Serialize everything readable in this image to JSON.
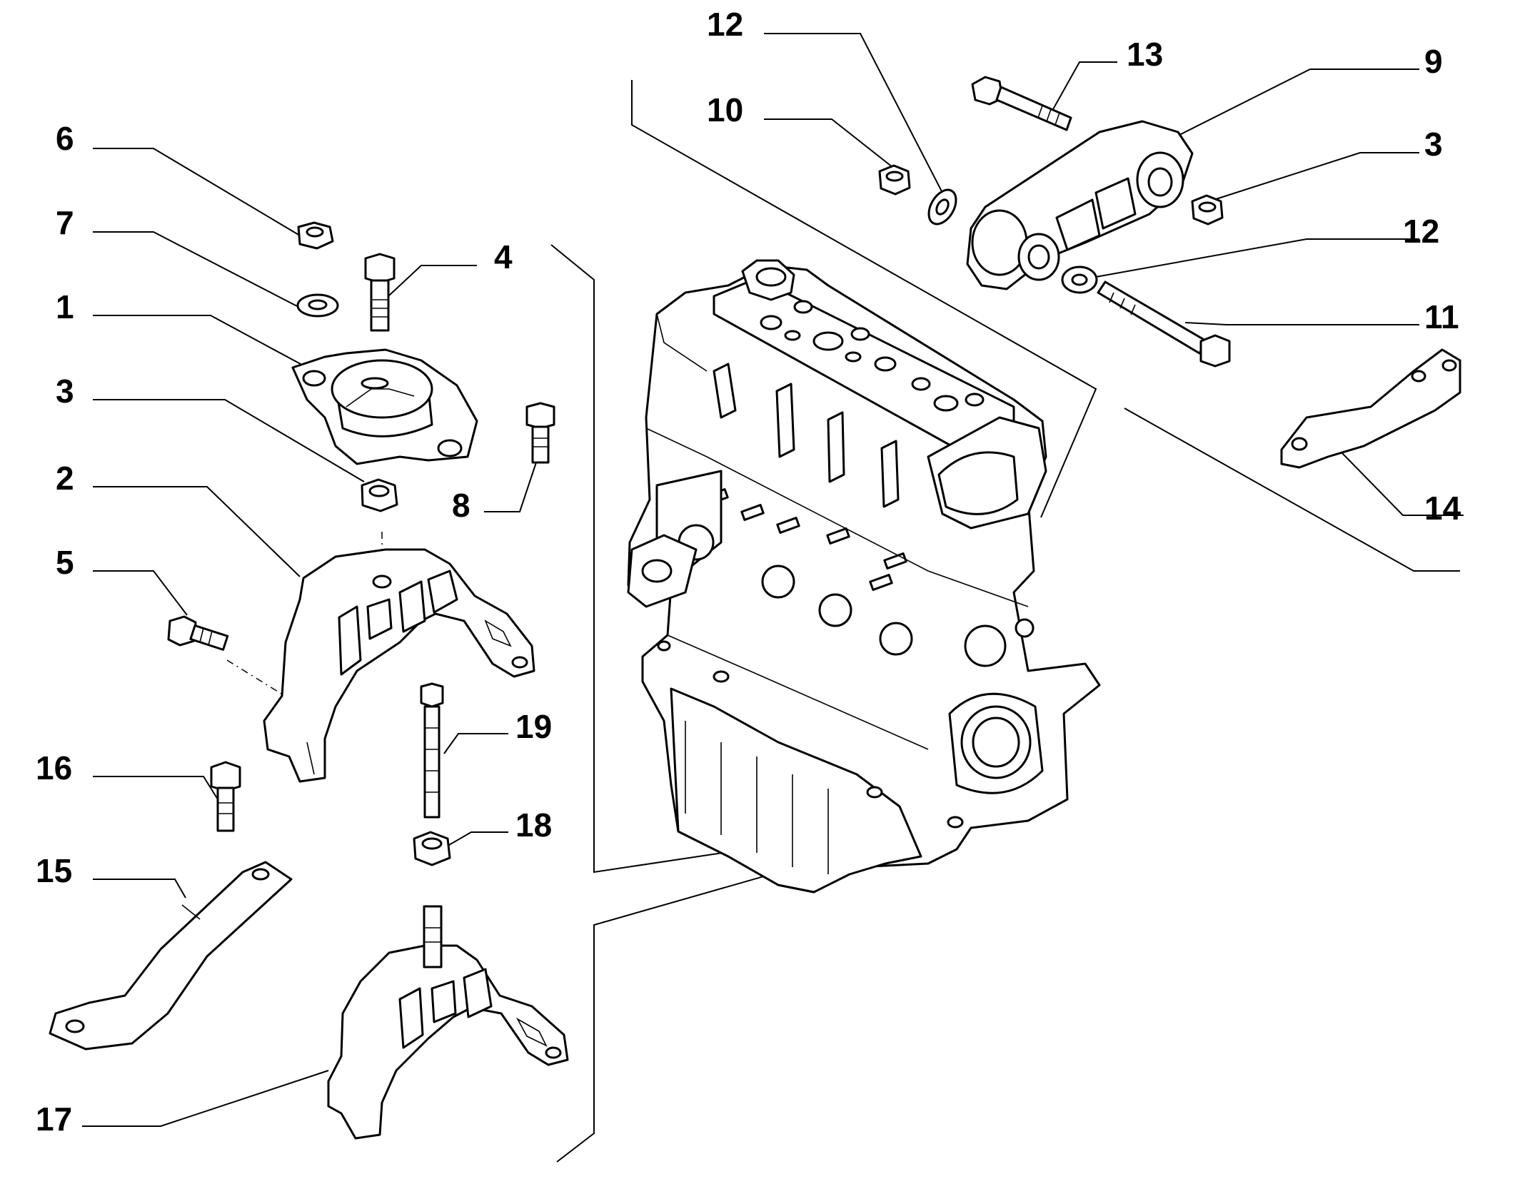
{
  "callouts": [
    {
      "id": "c6",
      "text": "6"
    },
    {
      "id": "c7",
      "text": "7"
    },
    {
      "id": "c1",
      "text": "1"
    },
    {
      "id": "c3a",
      "text": "3"
    },
    {
      "id": "c2",
      "text": "2"
    },
    {
      "id": "c5",
      "text": "5"
    },
    {
      "id": "c16",
      "text": "16"
    },
    {
      "id": "c15",
      "text": "15"
    },
    {
      "id": "c17",
      "text": "17"
    },
    {
      "id": "c4",
      "text": "4"
    },
    {
      "id": "c8",
      "text": "8"
    },
    {
      "id": "c19",
      "text": "19"
    },
    {
      "id": "c18",
      "text": "18"
    },
    {
      "id": "c12a",
      "text": "12"
    },
    {
      "id": "c10",
      "text": "10"
    },
    {
      "id": "c13",
      "text": "13"
    },
    {
      "id": "c9",
      "text": "9"
    },
    {
      "id": "c3b",
      "text": "3"
    },
    {
      "id": "c12b",
      "text": "12"
    },
    {
      "id": "c11",
      "text": "11"
    },
    {
      "id": "c14",
      "text": "14"
    }
  ],
  "colors": {
    "ink": "#000000",
    "paper": "#ffffff"
  }
}
